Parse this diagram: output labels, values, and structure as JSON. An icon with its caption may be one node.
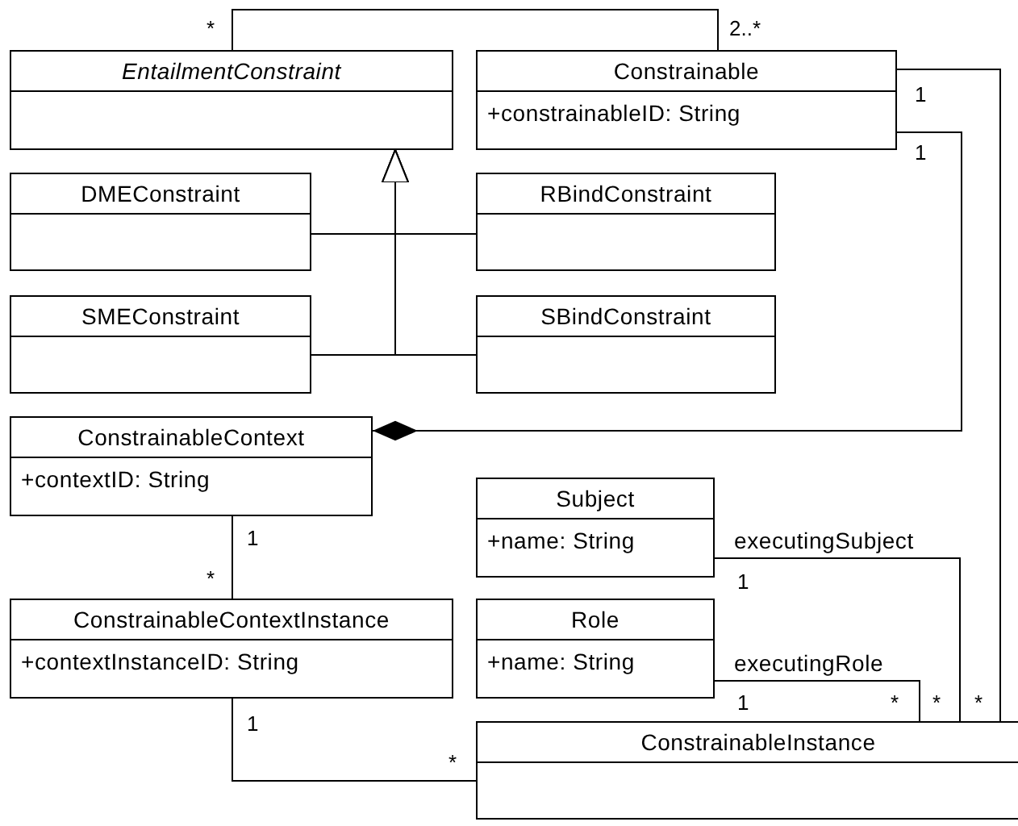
{
  "diagram": {
    "nodes": [
      {
        "text": [
          "EntailmentConstraint"
        ]
      },
      {
        "text": [
          "Constrainable",
          "+constrainableID: String"
        ]
      },
      {
        "text": [
          "DMEConstraint"
        ]
      },
      {
        "text": [
          "RBindConstraint"
        ]
      },
      {
        "text": [
          "SMEConstraint"
        ]
      },
      {
        "text": [
          "SBindConstraint"
        ]
      },
      {
        "text": [
          "ConstrainableContext",
          "+contextID: String"
        ]
      },
      {
        "text": [
          "Subject",
          "+name: String"
        ]
      },
      {
        "text": [
          "ConstrainableContextInstance",
          "+contextInstanceID: String"
        ]
      },
      {
        "text": [
          "Role",
          "+name: String"
        ]
      },
      {
        "text": [
          "ConstrainableInstance"
        ]
      }
    ],
    "edges": [
      {
        "from": 0,
        "to": 1,
        "arrow": "none"
      },
      {
        "from": 2,
        "to": 0,
        "arrow": "to"
      },
      {
        "from": 3,
        "to": 0,
        "arrow": "to"
      },
      {
        "from": 4,
        "to": 0,
        "arrow": "to"
      },
      {
        "from": 5,
        "to": 0,
        "arrow": "to"
      },
      {
        "from": 1,
        "to": 6,
        "arrow": "other"
      },
      {
        "from": 1,
        "to": 10,
        "arrow": "none"
      },
      {
        "from": 6,
        "to": 8,
        "arrow": "none"
      },
      {
        "from": 8,
        "to": 10,
        "arrow": "none"
      },
      {
        "from": 7,
        "to": 10,
        "arrow": "none",
        "label": "executingSubject"
      },
      {
        "from": 9,
        "to": 10,
        "arrow": "none",
        "label": "executingRole"
      }
    ],
    "labels": [
      "*",
      "2..*",
      "1",
      "1",
      "1",
      "*",
      "1",
      "1",
      "*",
      "*",
      "*",
      "1",
      "*"
    ]
  }
}
